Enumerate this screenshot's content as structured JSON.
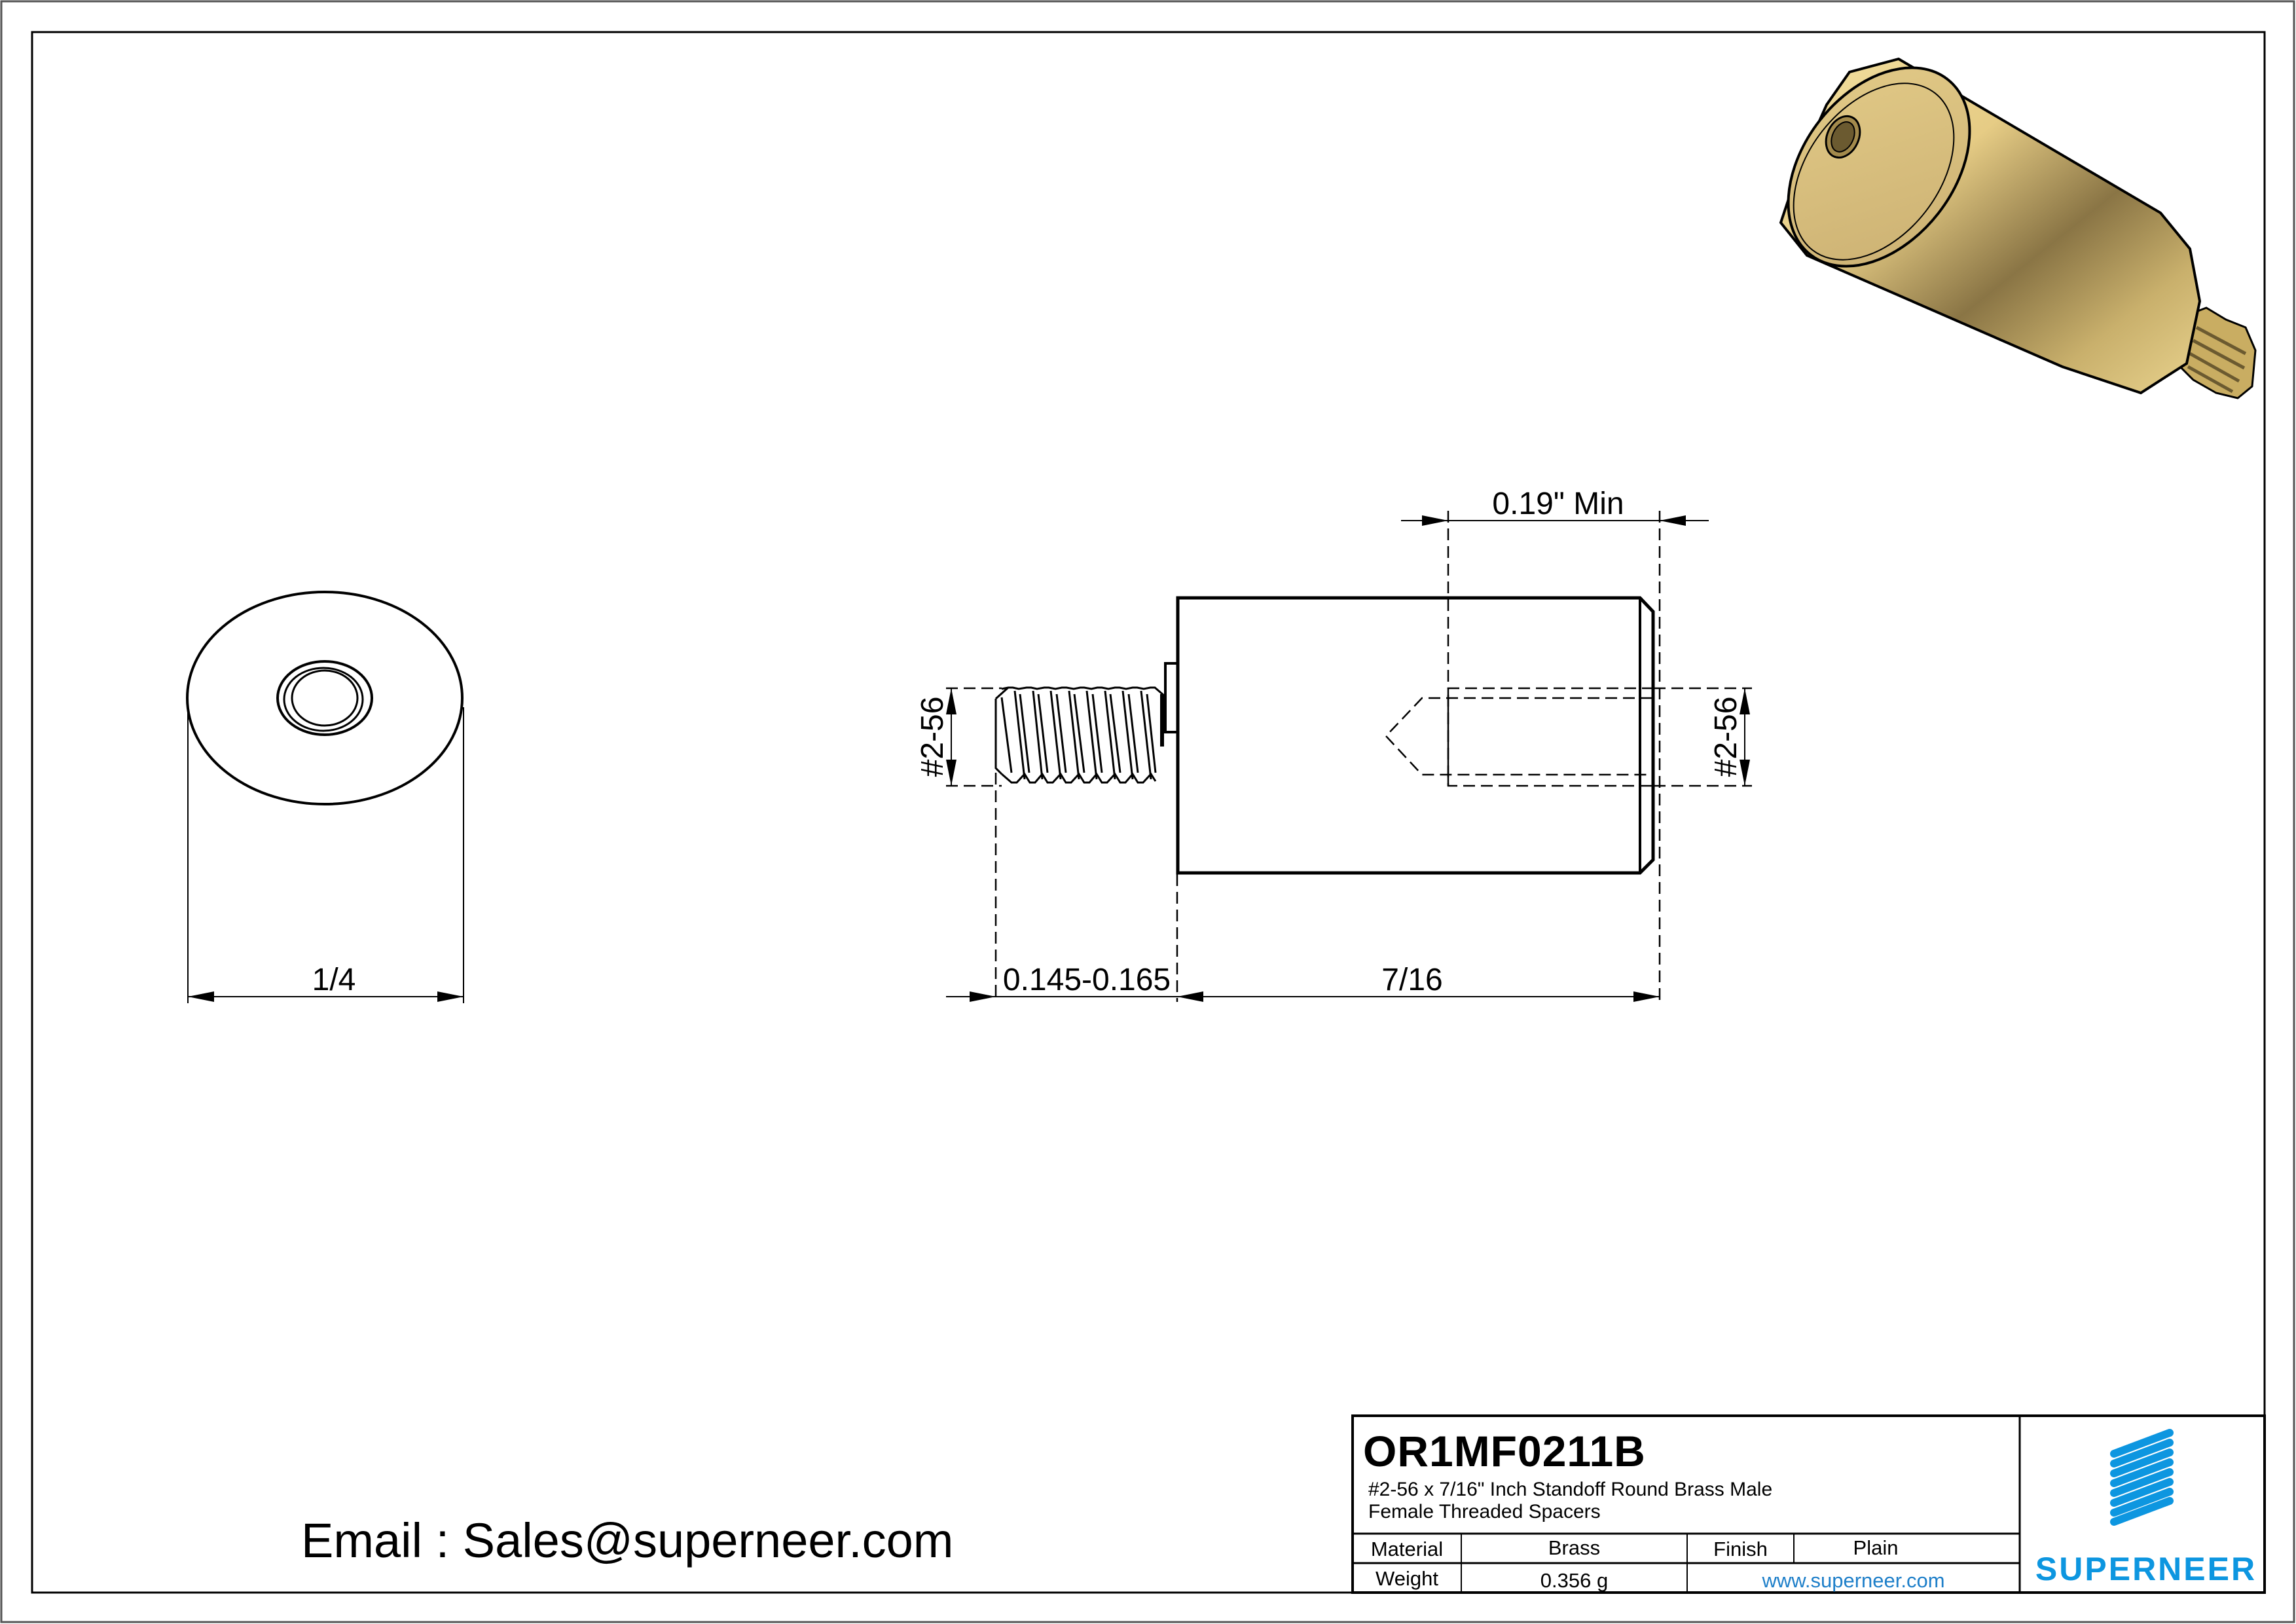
{
  "drawing": {
    "views": {
      "end_view": {
        "dimension_label": "1/4"
      },
      "side_view": {
        "top_dimension_label": "0.19\" Min",
        "left_thread_label": "#2-56",
        "right_thread_label": "#2-56",
        "stud_length_label": "0.145-0.165",
        "body_length_label": "7/16"
      },
      "iso_view": {
        "description": "Brass standoff 3D render"
      }
    }
  },
  "contact": {
    "email_text": "Email : Sales@superneer.com"
  },
  "title_block": {
    "part_number": "OR1MF0211B",
    "description_line1": "#2-56 x 7/16\"  Inch Standoff Round Brass Male",
    "description_line2": "Female Threaded Spacers",
    "material_label": "Material",
    "material_value": "Brass",
    "finish_label": "Finish",
    "finish_value": "Plain",
    "weight_label": "Weight",
    "weight_value": "0.356 g",
    "website": "www.superneer.com",
    "logo_text": "SUPERNEER"
  },
  "colors": {
    "line": "#000000",
    "brand_blue": "#0d96e0",
    "link_blue": "#1e7fc9",
    "brass_light": "#e8cf88",
    "brass_dark": "#6b5a30"
  }
}
